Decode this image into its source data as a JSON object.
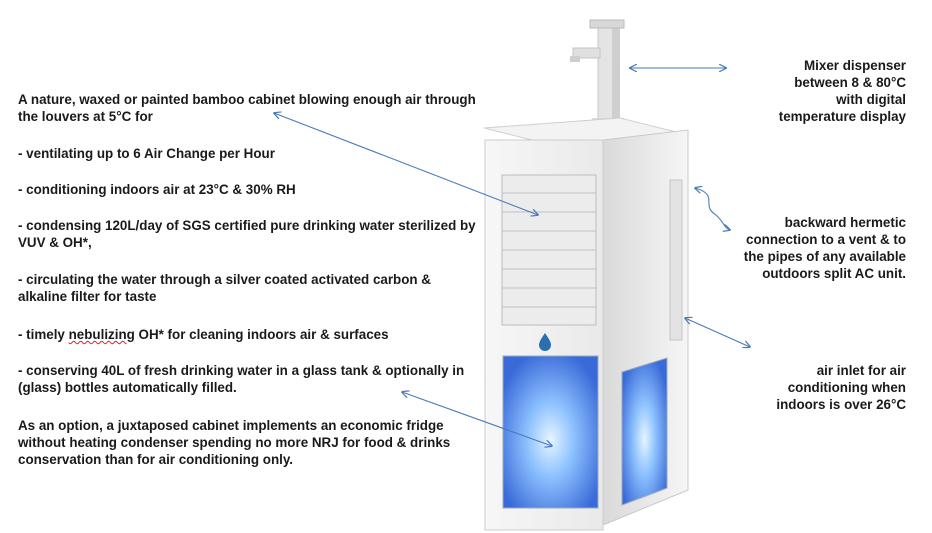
{
  "left_text": {
    "intro": "A nature, waxed or painted bamboo cabinet blowing enough air through the louvers at 5°C for",
    "item1": "- ventilating up to 6 Air Change per Hour",
    "item2": "- conditioning indoors air at 23°C & 30% RH",
    "item3": "- condensing 120L/day of SGS certified pure drinking water sterilized by VUV & OH*,",
    "item4": "- circulating the water through a silver coated activated carbon & alkaline filter for taste",
    "item5_prefix": "- timely ",
    "item5_word": "nebulizing",
    "item5_suffix": " OH* for cleaning indoors air & surfaces",
    "item6": "- conserving 40L of fresh drinking water in a glass tank & optionally in (glass) bottles automatically filled.",
    "option": "As an option, a juxtaposed cabinet implements an economic fridge without heating condenser spending no more NRJ for food & drinks conservation than for air conditioning only."
  },
  "right_text": {
    "mixer": "Mixer dispenser between 8 & 80°C with digital temperature display",
    "backward": "backward hermetic connection to a vent & to the pipes of any available outdoors split AC unit.",
    "inlet": "air inlet for air conditioning when indoors is over 26°C"
  },
  "colors": {
    "arrow": "#4a7ab8",
    "cabinet": "#f2f2f2",
    "glow": "#5aa0ff"
  }
}
